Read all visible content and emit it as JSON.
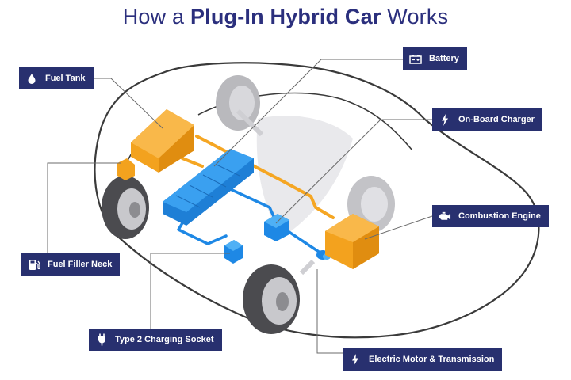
{
  "title": {
    "prefix": "How a",
    "bold": "Plug-In Hybrid Car",
    "suffix": "Works"
  },
  "labels": {
    "fuel_tank": {
      "text": "Fuel Tank",
      "icon": "drop-icon"
    },
    "battery": {
      "text": "Battery",
      "icon": "battery-icon"
    },
    "onboard_charger": {
      "text": "On-Board Charger",
      "icon": "lightning-icon"
    },
    "combustion_engine": {
      "text": "Combustion Engine",
      "icon": "engine-icon"
    },
    "fuel_filler_neck": {
      "text": "Fuel Filler Neck",
      "icon": "fuel-pump-icon"
    },
    "charging_socket": {
      "text": "Type 2 Charging Socket",
      "icon": "plug-icon"
    },
    "motor_transmission": {
      "text": "Electric Motor & Transmission",
      "icon": "lightning-icon"
    }
  },
  "colors": {
    "title": "#2b2f7d",
    "label_bg": "#28306f",
    "fuel_orange": "#f5a623",
    "electric_blue": "#1e88e5",
    "car_outline": "#3a3a3a",
    "leader_line": "#6b6b6b"
  }
}
